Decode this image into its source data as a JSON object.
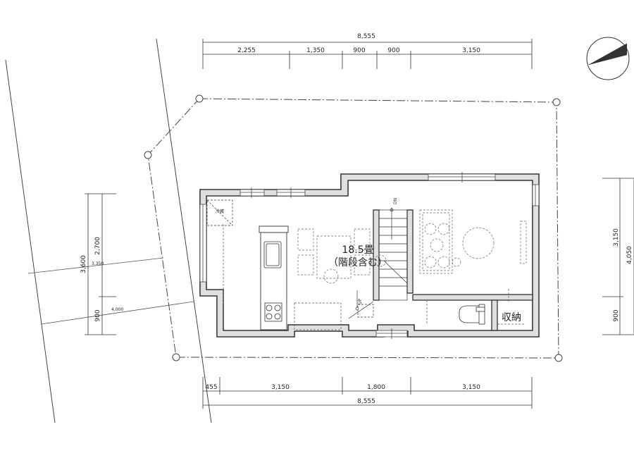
{
  "top_dimensions": {
    "total": "8,555",
    "segments": [
      "2,255",
      "1,350",
      "900",
      "900",
      "3,150"
    ]
  },
  "bottom_dimensions": {
    "total": "8,555",
    "segments": [
      "455",
      "3,150",
      "1,800",
      "3,150"
    ]
  },
  "left_dimensions": {
    "outer": "3,600",
    "inner": [
      "2,700",
      "900"
    ],
    "setbacks": [
      "3,350",
      "4,000"
    ]
  },
  "right_dimensions": {
    "outer": "4,050",
    "inner": [
      "3,150",
      "900"
    ]
  },
  "rooms": {
    "main_area": "18.5畳",
    "main_area_note": "（階段含む）",
    "storage": "収納"
  },
  "stairs": {
    "up_label": "UP",
    "down_label": "DN"
  },
  "fixtures": {
    "fridge_label": "冷蔵"
  }
}
